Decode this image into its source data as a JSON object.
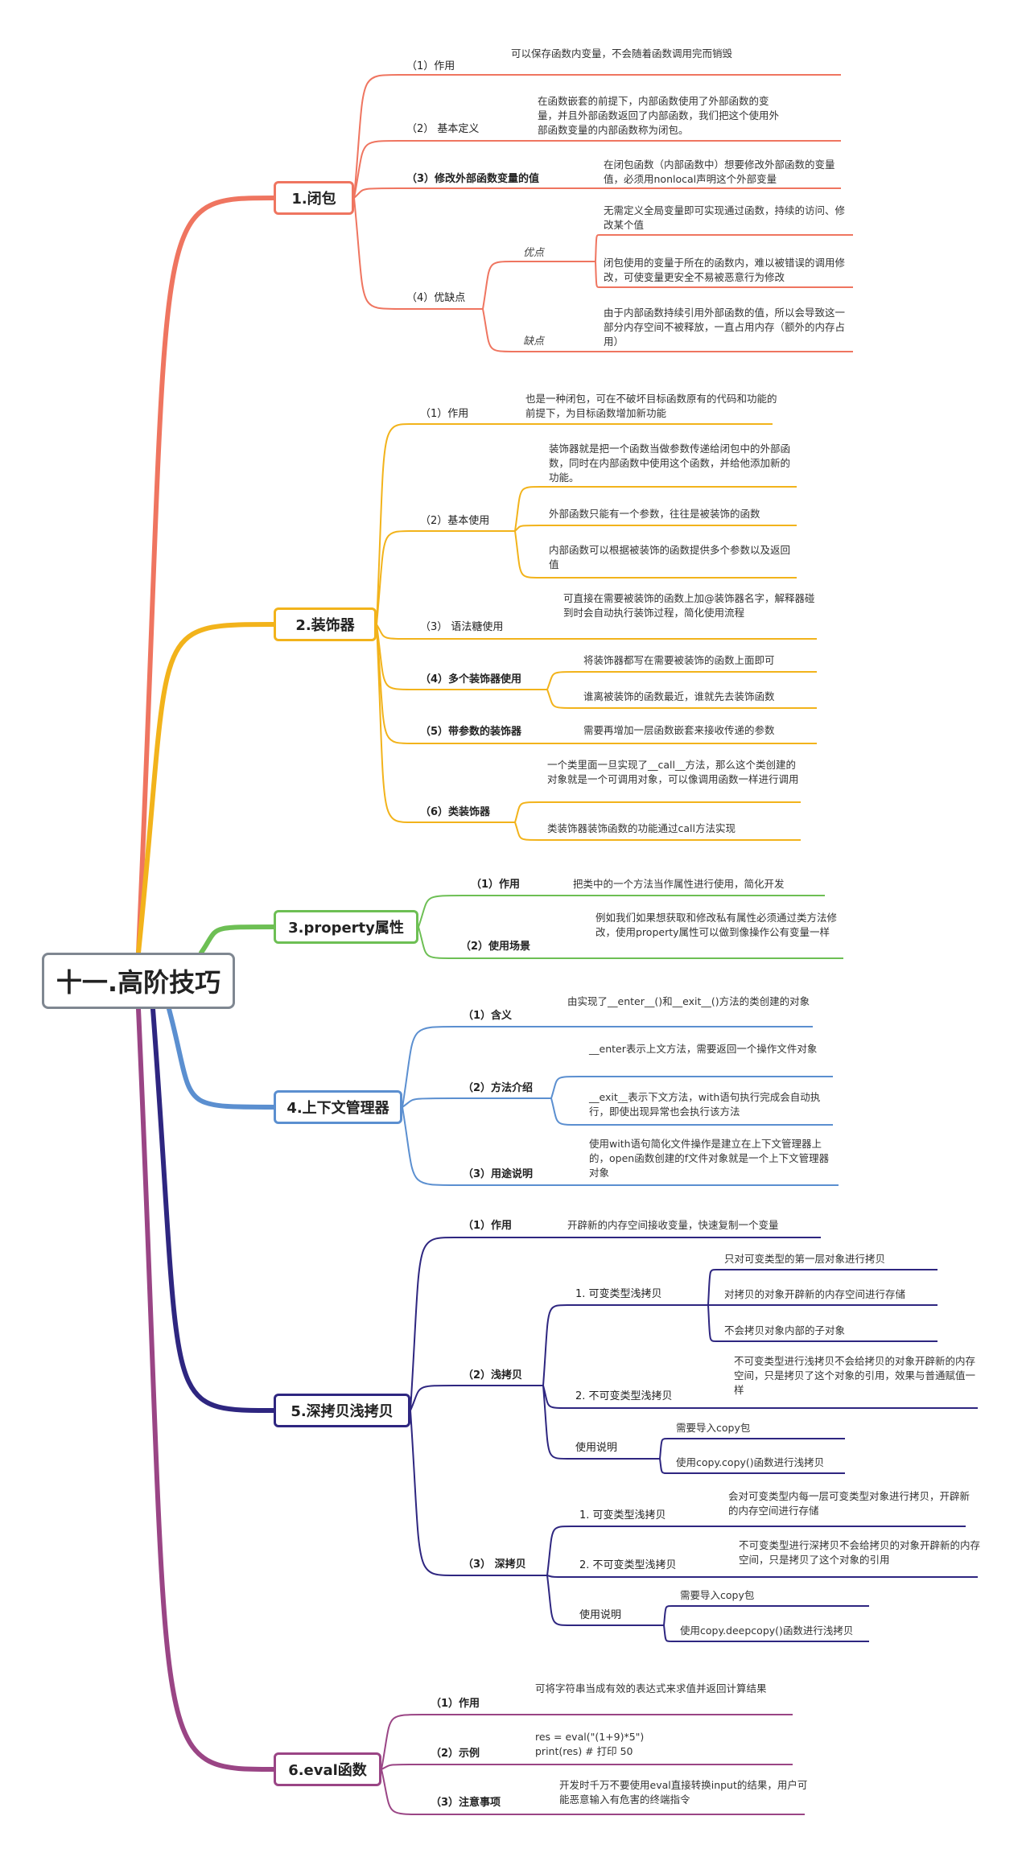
{
  "root": "十一.高阶技巧",
  "colors": {
    "closure": "#ef7560",
    "decorator": "#f2b31b",
    "property": "#6dbf54",
    "context": "#5b8fd0",
    "copy": "#2e2680",
    "eval": "#9a4585"
  },
  "topics": {
    "closure": {
      "title": "1.闭包",
      "b1_label": "（1）作用",
      "b1_text": "可以保存函数内变量，不会随着函数调用完而销毁",
      "b2_label": "（2） 基本定义",
      "b2_text": "在函数嵌套的前提下，内部函数使用了外部函数的变量，并且外部函数返回了内部函数，我们把这个使用外部函数变量的内部函数称为闭包。",
      "b3_label": "（3）修改外部函数变量的值",
      "b3_text": "在闭包函数（内部函数中）想要修改外部函数的变量值，必须用nonlocal声明这个外部变量",
      "b4_label": "（4）优缺点",
      "pro_label": "优点",
      "pro_1": "无需定义全局变量即可实现通过函数，持续的访问、修改某个值",
      "pro_2": "闭包使用的变量于所在的函数内，难以被错误的调用修改，可使变量更安全不易被恶意行为修改",
      "con_label": "缺点",
      "con_1": "由于内部函数持续引用外部函数的值，所以会导致这一部分内存空间不被释放，一直占用内存（额外的内存占用）"
    },
    "decorator": {
      "title": "2.装饰器",
      "b1_label": "（1）作用",
      "b1_text": "也是一种闭包，可在不破坏目标函数原有的代码和功能的前提下，为目标函数增加新功能",
      "b2_label": "（2）基本使用",
      "b2_t1": "装饰器就是把一个函数当做参数传递给闭包中的外部函数，同时在内部函数中使用这个函数，并给他添加新的功能。",
      "b2_t2": "外部函数只能有一个参数，往往是被装饰的函数",
      "b2_t3": "内部函数可以根据被装饰的函数提供多个参数以及返回值",
      "b3_label": "（3） 语法糖使用",
      "b3_text": "可直接在需要被装饰的函数上加@装饰器名字，解释器碰到时会自动执行装饰过程，简化使用流程",
      "b4_label": "（4）多个装饰器使用",
      "b4_t1": "将装饰器都写在需要被装饰的函数上面即可",
      "b4_t2": "谁离被装饰的函数最近，谁就先去装饰函数",
      "b5_label": "（5）带参数的装饰器",
      "b5_text": "需要再增加一层函数嵌套来接收传递的参数",
      "b6_label": "（6）类装饰器",
      "b6_t1": "一个类里面一旦实现了__call__方法，那么这个类创建的对象就是一个可调用对象，可以像调用函数一样进行调用",
      "b6_t2": "类装饰器装饰函数的功能通过call方法实现"
    },
    "property": {
      "title": "3.property属性",
      "b1_label": "（1）作用",
      "b1_text": "把类中的一个方法当作属性进行使用，简化开发",
      "b2_label": "（2）使用场景",
      "b2_text": "例如我们如果想获取和修改私有属性必须通过类方法修改，使用property属性可以做到像操作公有变量一样"
    },
    "context": {
      "title": "4.上下文管理器",
      "b1_label": "（1）含义",
      "b1_text": "由实现了__enter__()和__exit__()方法的类创建的对象",
      "b2_label": "（2）方法介绍",
      "b2_t1": "__enter表示上文方法，需要返回一个操作文件对象",
      "b2_t2": "__exit__表示下文方法，with语句执行完成会自动执行，即使出现异常也会执行该方法",
      "b3_label": "（3）用途说明",
      "b3_text": "使用with语句简化文件操作是建立在上下文管理器上的，open函数创建的f文件对象就是一个上下文管理器对象"
    },
    "copy": {
      "title": "5.深拷贝浅拷贝",
      "b1_label": "（1）作用",
      "b1_text": "开辟新的内存空间接收变量，快速复制一个变量",
      "b2_label": "（2）浅拷贝",
      "s1_label": "1. 可变类型浅拷贝",
      "s1_t1": "只对可变类型的第一层对象进行拷贝",
      "s1_t2": "对拷贝的对象开辟新的内存空间进行存储",
      "s1_t3": "不会拷贝对象内部的子对象",
      "s2_label": "2. 不可变类型浅拷贝",
      "s2_text": "不可变类型进行浅拷贝不会给拷贝的对象开辟新的内存空间，只是拷贝了这个对象的引用，效果与普通赋值一样",
      "s3_label": "使用说明",
      "s3_t1": "需要导入copy包",
      "s3_t2": "使用copy.copy()函数进行浅拷贝",
      "b3_label": "（3） 深拷贝",
      "d1_label": "1. 可变类型浅拷贝",
      "d1_text": "会对可变类型内每一层可变类型对象进行拷贝，开辟新的内存空间进行存储",
      "d2_label": "2. 不可变类型浅拷贝",
      "d2_text": "不可变类型进行深拷贝不会给拷贝的对象开辟新的内存空间，只是拷贝了这个对象的引用",
      "d3_label": "使用说明",
      "d3_t1": "需要导入copy包",
      "d3_t2": "使用copy.deepcopy()函数进行浅拷贝"
    },
    "eval": {
      "title": "6.eval函数",
      "b1_label": "（1）作用",
      "b1_text": "可将字符串当成有效的表达式来求值并返回计算结果",
      "b2_label": "（2）示例",
      "b2_code_1": "res = eval(\"(1+9)*5\")",
      "b2_code_2": "print(res)  # 打印 50",
      "b3_label": "（3）注意事项",
      "b3_text": "开发时千万不要使用eval直接转换input的结果，用户可能恶意输入有危害的终端指令"
    }
  }
}
